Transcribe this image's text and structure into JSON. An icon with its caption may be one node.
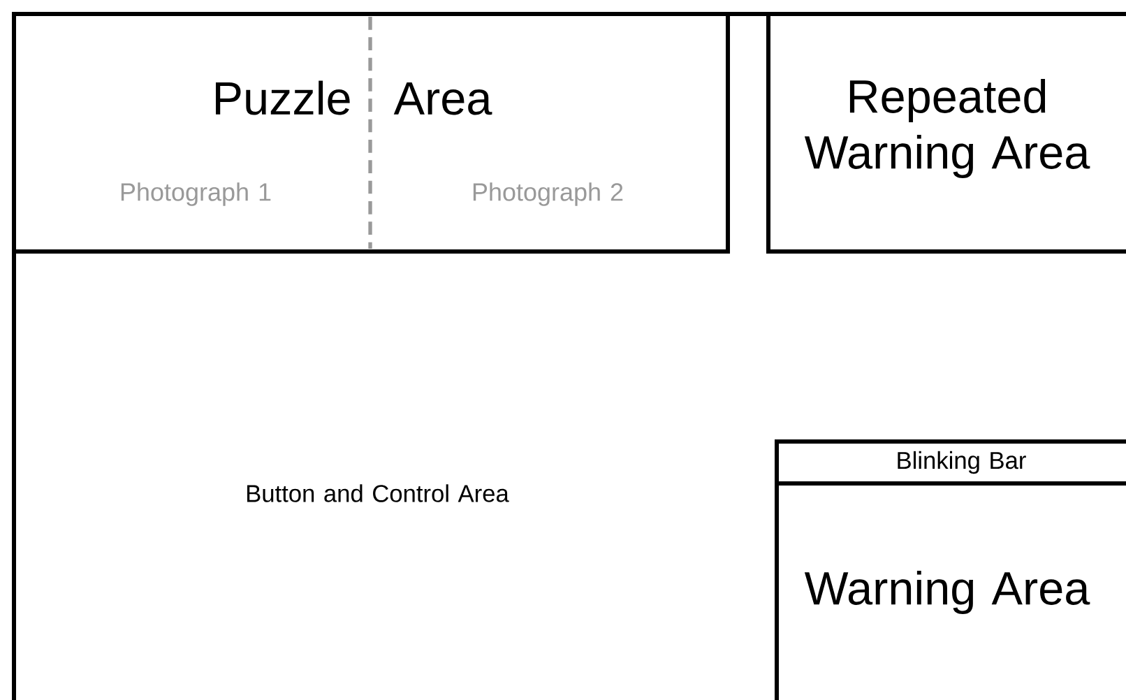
{
  "diagram": {
    "nodes": [
      {
        "text": [
          "Puzzle Area"
        ]
      },
      {
        "text": [
          "Photograph 1"
        ],
        "in": 0
      },
      {
        "text": [
          "Photograph 2"
        ],
        "in": 0
      },
      {
        "text": [
          "Repeated Warning Area"
        ]
      },
      {
        "text": [
          "Button and Control Area"
        ]
      },
      {
        "text": [
          "Blinking Bar"
        ]
      },
      {
        "text": [
          "Warning Area"
        ]
      }
    ]
  }
}
